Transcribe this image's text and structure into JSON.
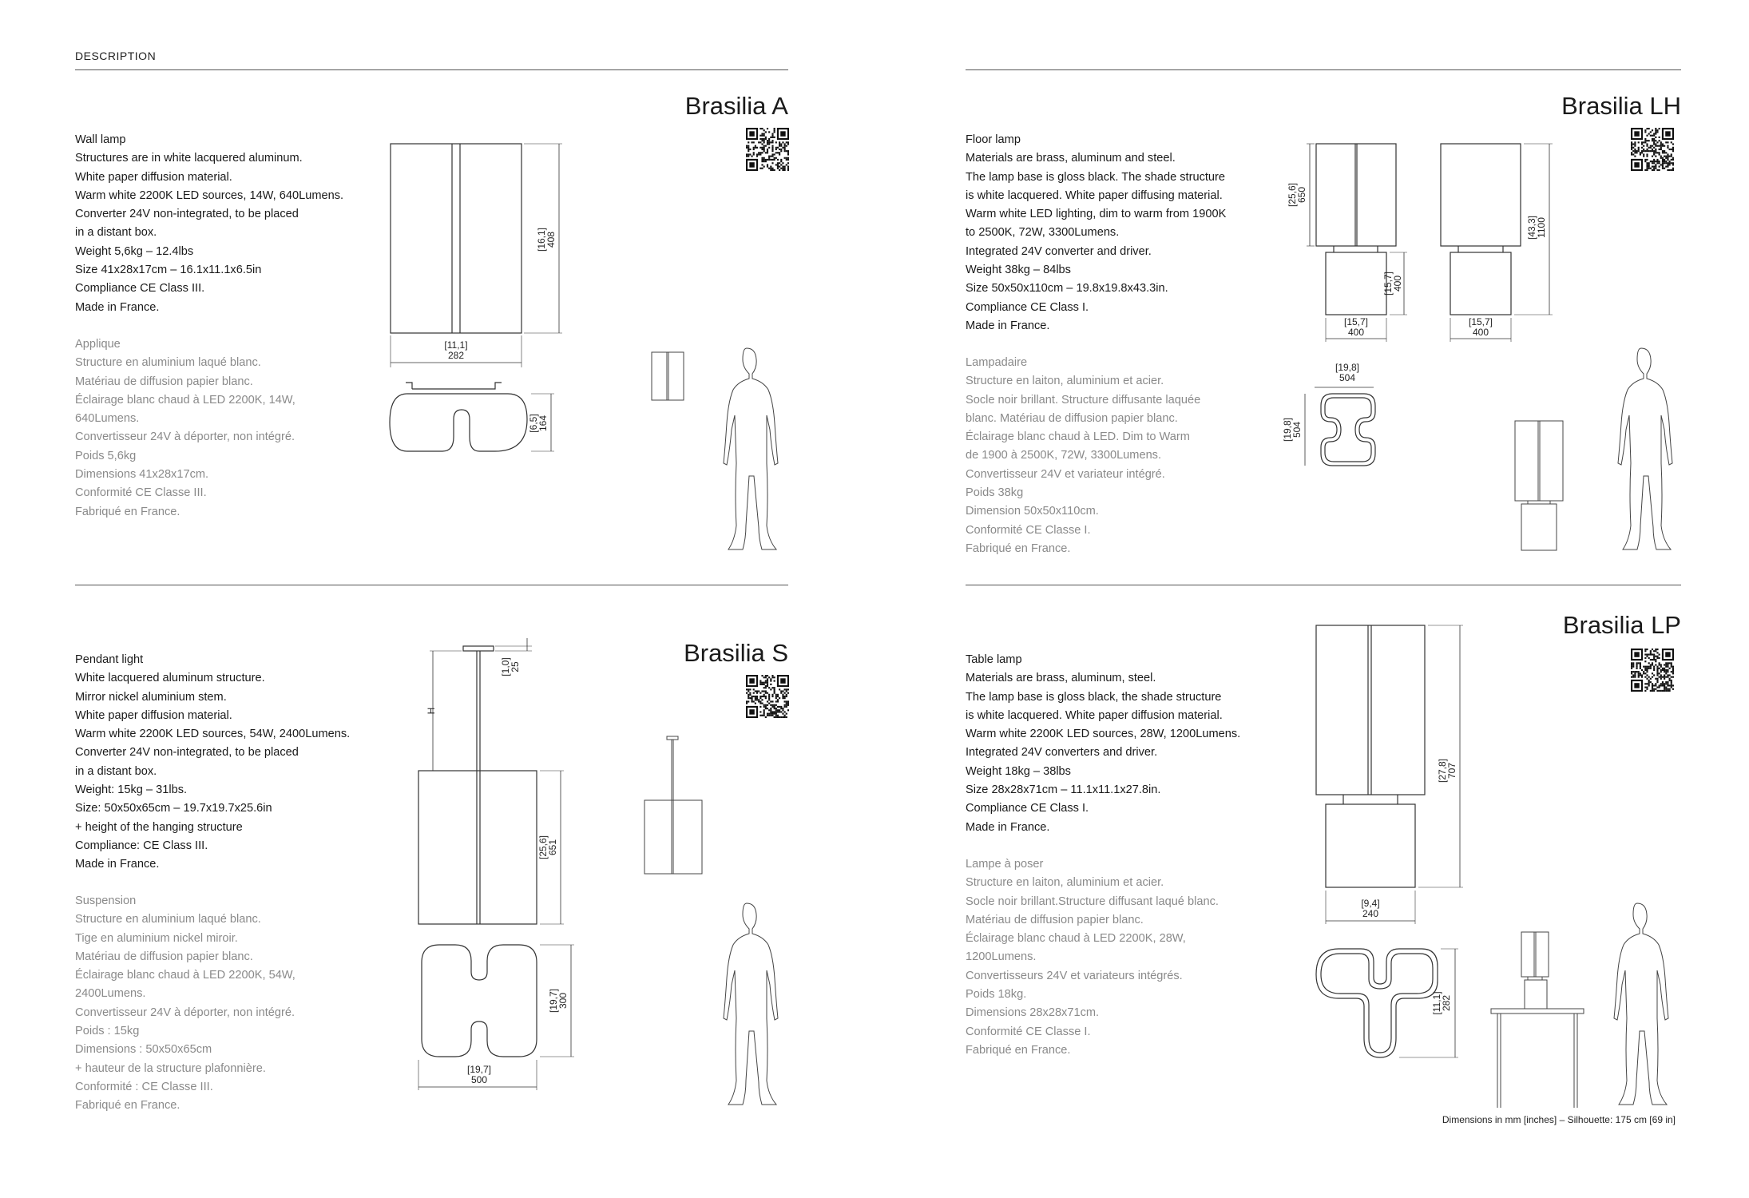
{
  "header": {
    "label": "DESCRIPTION"
  },
  "footer": {
    "note": "Dimensions in mm [inches] – Silhouette: 175 cm [69 in]"
  },
  "products": [
    {
      "title": "Brasilia A",
      "en": [
        "Wall lamp",
        "Structures are in white lacquered aluminum.",
        "White paper diffusion material.",
        "Warm white 2200K LED sources, 14W, 640Lumens.",
        "Converter 24V non-integrated, to be placed",
        "in a distant box.",
        "Weight 5,6kg – 12.4lbs",
        "Size 41x28x17cm – 16.1x11.1x6.5in",
        "Compliance CE Class III.",
        "Made in France."
      ],
      "fr": [
        "Applique",
        "Structure en aluminium laqué blanc.",
        "Matériau de diffusion papier blanc.",
        "Éclairage blanc chaud à LED 2200K, 14W,",
        "640Lumens.",
        "Convertisseur 24V à déporter, non intégré.",
        "Poids 5,6kg",
        "Dimensions 41x28x17cm.",
        "Conformité CE Classe III.",
        "Fabriqué en France."
      ],
      "dims": {
        "h_in": "[16,1]",
        "h_mm": "408",
        "w_in": "[11,1]",
        "w_mm": "282",
        "d_in": "[6,5]",
        "d_mm": "164"
      }
    },
    {
      "title": "Brasilia LH",
      "en": [
        "Floor lamp",
        "Materials are brass, aluminum and steel.",
        "The lamp base is gloss black. The shade structure",
        "is white lacquered. White paper diffusing material.",
        "Warm white LED lighting, dim to warm from 1900K",
        "to 2500K, 72W, 3300Lumens.",
        "Integrated 24V converter and driver.",
        "Weight 38kg – 84lbs",
        "Size 50x50x110cm – 19.8x19.8x43.3in.",
        "Compliance CE Class I.",
        "Made in France."
      ],
      "fr": [
        "Lampadaire",
        "Structure en laiton, aluminium et acier.",
        "Socle noir brillant. Structure diffusante laquée",
        "blanc. Matériau de diffusion papier blanc.",
        "Éclairage blanc chaud à LED. Dim to Warm",
        "de 1900 à 2500K, 72W, 3300Lumens.",
        "Convertisseur 24V et variateur intégré.",
        "Poids 38kg",
        "Dimension 50x50x110cm.",
        "Conformité CE Classe I.",
        "Fabriqué en France."
      ],
      "dims": {
        "shade_in": "[25,6]",
        "shade_mm": "650",
        "base_in": "[15,7]",
        "base_mm": "400",
        "bw_in": "[15,7]",
        "bw_mm": "400",
        "bw2_in": "[15,7]",
        "bw2_mm": "400",
        "total_in": "[43,3]",
        "total_mm": "1100",
        "top_in": "[19,8]",
        "top_mm": "504",
        "side_in": "[19,8]",
        "side_mm": "504"
      }
    },
    {
      "title": "Brasilia S",
      "en": [
        "Pendant light",
        "White lacquered aluminum structure.",
        "Mirror nickel aluminium stem.",
        "White paper diffusion material.",
        "Warm white 2200K LED sources, 54W, 2400Lumens.",
        "Converter 24V non-integrated, to be placed",
        "in a distant box.",
        "Weight: 15kg – 31lbs.",
        "Size: 50x50x65cm – 19.7x19.7x25.6in",
        "+ height of the hanging structure",
        "Compliance: CE Class III.",
        "Made in France."
      ],
      "fr": [
        "Suspension",
        "Structure en aluminium laqué blanc.",
        "Tige en aluminium nickel miroir.",
        "Matériau de diffusion papier blanc.",
        "Éclairage blanc chaud à LED 2200K, 54W,",
        "2400Lumens.",
        "Convertisseur 24V à déporter, non intégré.",
        "Poids : 15kg",
        "Dimensions : 50x50x65cm",
        "+ hauteur de la structure plafonnière.",
        "Conformité : CE Classe III.",
        "Fabriqué en France."
      ],
      "dims": {
        "canopy_in": "[1,0]",
        "canopy_mm": "25",
        "h_label": "H",
        "h_in": "[25,6]",
        "h_mm": "651",
        "d_in": "[19,7]",
        "d_mm": "300",
        "w_in": "[19,7]",
        "w_mm": "500"
      }
    },
    {
      "title": "Brasilia LP",
      "en": [
        "Table lamp",
        "Materials are brass, aluminum, steel.",
        "The lamp base is gloss black, the shade structure",
        "is white lacquered. White paper diffusion material.",
        "Warm white 2200K LED sources, 28W, 1200Lumens.",
        "Integrated 24V converters and driver.",
        "Weight 18kg – 38lbs",
        "Size 28x28x71cm – 11.1x11.1x27.8in.",
        "Compliance CE Class I.",
        "Made in France."
      ],
      "fr": [
        "Lampe à poser",
        "Structure en laiton, aluminium et acier.",
        "Socle noir brillant.Structure diffusant laqué blanc.",
        "Matériau de diffusion papier blanc.",
        "Éclairage blanc chaud à LED 2200K, 28W,",
        "1200Lumens.",
        "Convertisseurs 24V et variateurs intégrés.",
        "Poids 18kg.",
        "Dimensions 28x28x71cm.",
        "Conformité CE Classe I.",
        "Fabriqué en France."
      ],
      "dims": {
        "h_in": "[27,8]",
        "h_mm": "707",
        "w_in": "[9,4]",
        "w_mm": "240",
        "d_in": "[11,1]",
        "d_mm": "282"
      }
    }
  ]
}
